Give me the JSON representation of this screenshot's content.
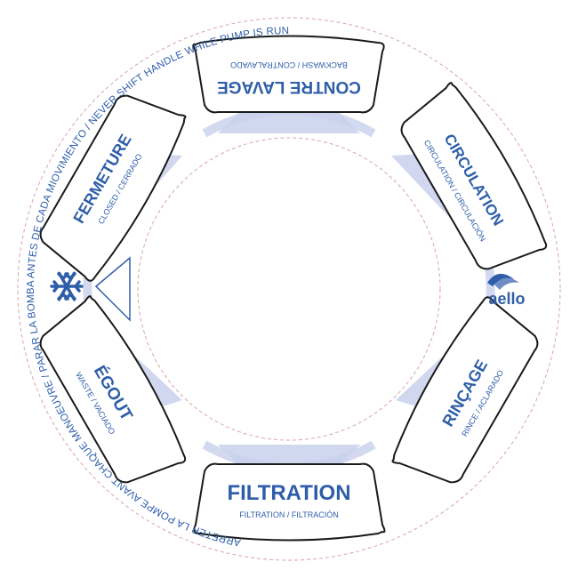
{
  "colors": {
    "text_blue": "#2e5ea8",
    "triangle_fill": "#c8d1ec",
    "triangle_light": "#dfe5f5",
    "dashed_circle": "#d9a2b4",
    "panel_stroke": "#1a1a1a",
    "logo_blue": "#2e5ea8"
  },
  "positions": {
    "contre_lavage": {
      "title": "CONTRE LAVAGE",
      "sub": "BACKWASH / CONTRALAVADO"
    },
    "circulation": {
      "title": "CIRCULATION",
      "sub": "CIRCULATION / CIRCULACIÓN"
    },
    "rincage": {
      "title": "RINÇAGE",
      "sub": "RINCE / ACLARADO"
    },
    "filtration": {
      "title": "FILTRATION",
      "sub": "FILTRATION / FILTRACIÓN"
    },
    "egout": {
      "title": "ÉGOUT",
      "sub": "WASTE / VACIADO"
    },
    "fermeture": {
      "title": "FERMETURE",
      "sub": "CLOSED / CERRADO"
    }
  },
  "ring_text_bottom": "ARRETER LA POMPE AVANT CHAQUE MANOEUVRE / PARAR LA BOMBA ANTES DE CADA MIOVIMIENTO / NEVER SHIFT HANDLE WHILE PUMP IS RUNNING",
  "winter_icon": "snowflake-icon",
  "logo_text": "aello"
}
